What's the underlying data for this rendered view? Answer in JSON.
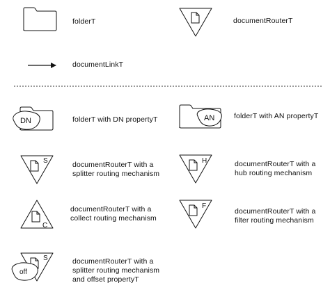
{
  "legend": {
    "folder_label": "folderT",
    "document_router_label": "documentRouterT",
    "document_link_label": "documentLinkT"
  },
  "entries": {
    "folder_dn": {
      "badge": "DN",
      "label": "folderT with DN propertyT"
    },
    "folder_an": {
      "badge": "AN",
      "label": "folderT with AN propertyT"
    },
    "router_splitter": {
      "mark": "S",
      "label": "documentRouterT with a\nsplitter routing mechanism"
    },
    "router_hub": {
      "mark": "H",
      "label": "documentRouterT with a\nhub routing mechanism"
    },
    "router_collect": {
      "mark": "C",
      "label": "documentRouterT with a\ncollect routing mechanism"
    },
    "router_filter": {
      "mark": "F",
      "label": "documentRouterT with a\nfilter routing mechanism"
    },
    "router_splitter_offset": {
      "mark": "S",
      "badge": "off",
      "label": "documentRouterT with a\nsplitter routing mechanism\nand offset propertyT"
    }
  },
  "colors": {
    "stroke": "#111111",
    "fill": "#ffffff",
    "divider": "#333333"
  }
}
